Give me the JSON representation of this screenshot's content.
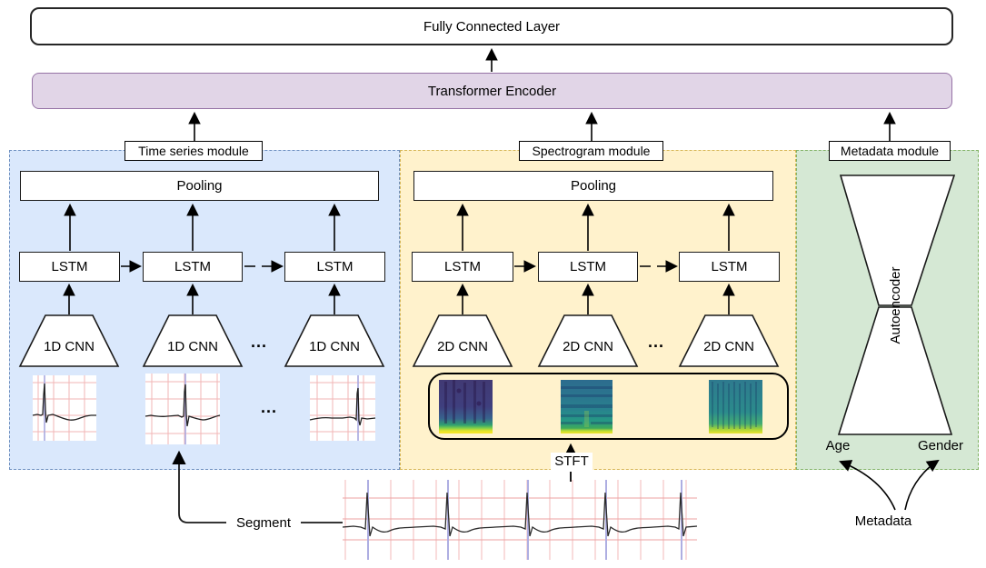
{
  "colors": {
    "blue_fill": "#dae8fc",
    "blue_border": "#6c8ebf",
    "yellow_fill": "#fff2cc",
    "yellow_border": "#d6b656",
    "green_fill": "#d5e8d4",
    "green_border": "#82b366",
    "purple_fill": "#e1d5e7",
    "purple_border": "#9673a6"
  },
  "top": {
    "fully_connected_label": "Fully Connected Layer",
    "transformer_label": "Transformer Encoder"
  },
  "modules": {
    "time_series": {
      "label": "Time series module",
      "pooling": "Pooling",
      "lstm": [
        "LSTM",
        "LSTM",
        "LSTM"
      ],
      "cnn": [
        "1D CNN",
        "1D CNN",
        "1D CNN"
      ],
      "ellipsis_cnn": "...",
      "ellipsis_img": "..."
    },
    "spectrogram": {
      "label": "Spectrogram module",
      "pooling": "Pooling",
      "lstm": [
        "LSTM",
        "LSTM",
        "LSTM"
      ],
      "cnn": [
        "2D CNN",
        "2D CNN",
        "2D CNN"
      ],
      "ellipsis_cnn": "..."
    },
    "metadata": {
      "label": "Metadata module",
      "autoencoder": "Autoencoder",
      "age": "Age",
      "gender": "Gender"
    }
  },
  "bottom": {
    "segment": "Segment",
    "stft": "STFT",
    "metadata": "Metadata"
  }
}
